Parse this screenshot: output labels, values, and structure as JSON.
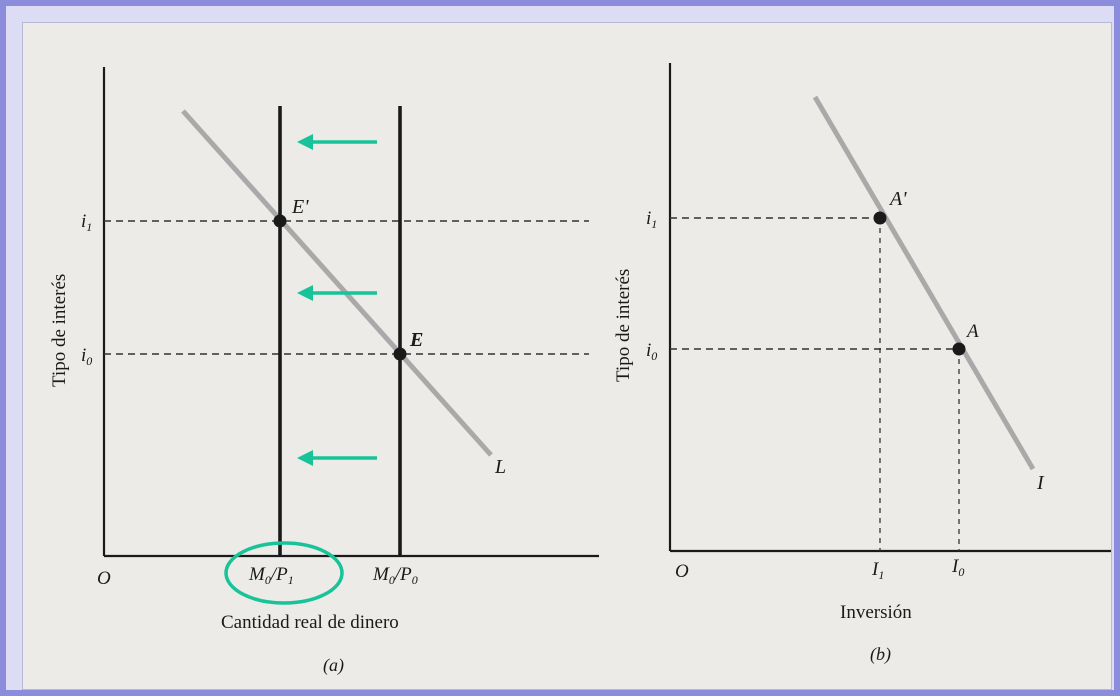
{
  "panel_a": {
    "y_axis_label": "Tipo de interés",
    "x_axis_label": "Cantidad real de dinero",
    "caption": "(a)",
    "origin": "O",
    "i1": "i",
    "i1_sub": "1",
    "i0": "i",
    "i0_sub": "0",
    "point_e_prime": "E'",
    "point_e": "E",
    "curve_label": "L",
    "tick_m0p1_main": "M",
    "tick_m0p1_sub0": "0",
    "tick_m0p1_slash": "/P",
    "tick_m0p1_sub1": "1",
    "tick_m0p0_main": "M",
    "tick_m0p0_sub0": "0",
    "tick_m0p0_slash": "/P",
    "tick_m0p0_sub1": "0"
  },
  "panel_b": {
    "y_axis_label": "Tipo de interés",
    "x_axis_label": "Inversión",
    "caption": "(b)",
    "origin": "O",
    "i1": "i",
    "i1_sub": "1",
    "i0": "i",
    "i0_sub": "0",
    "point_a_prime": "A'",
    "point_a": "A",
    "curve_label": "I",
    "tick_i1": "I",
    "tick_i1_sub": "1",
    "tick_i0": "I",
    "tick_i0_sub": "0"
  },
  "colors": {
    "annotation": "#19c39a",
    "ink": "#1a1a1a",
    "curve": "#a9a9a9"
  }
}
